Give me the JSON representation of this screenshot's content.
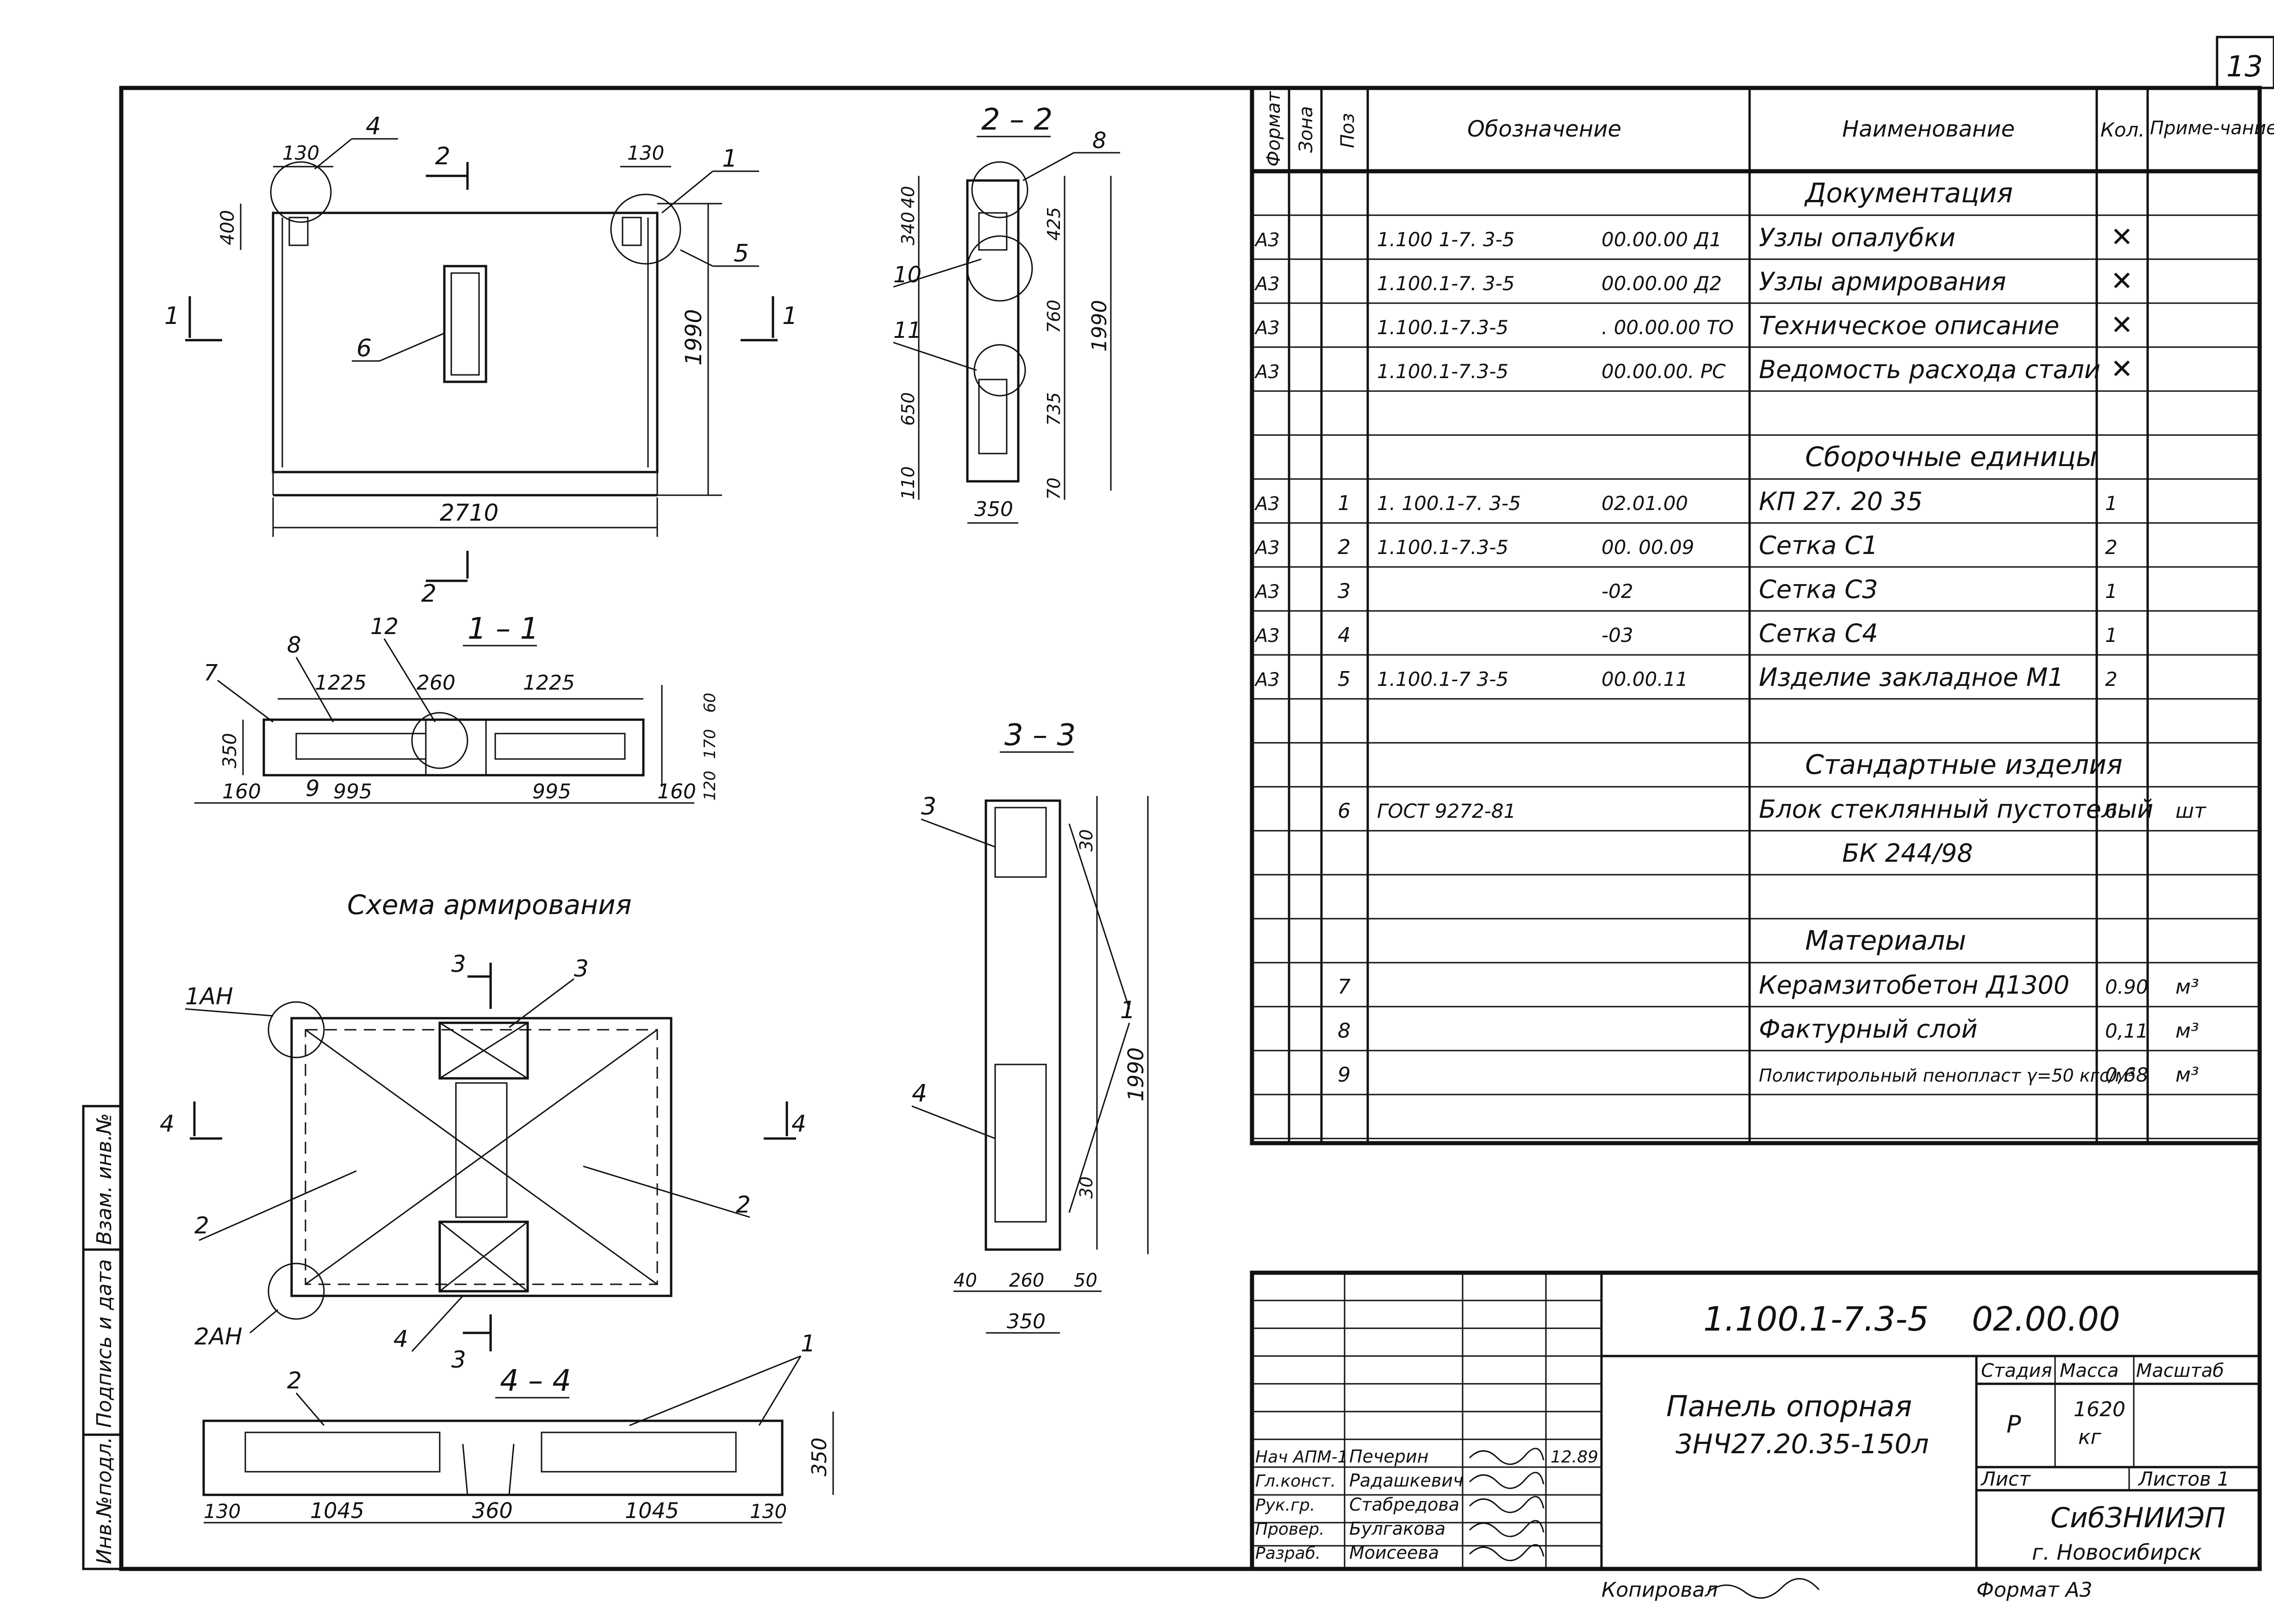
{
  "page_number": "13",
  "side_stamp": {
    "inv_podl": "Инв.№подл.",
    "podpis_data": "Подпись и дата",
    "vzam_inv": "Взам. инв.№"
  },
  "elevation": {
    "dims": {
      "width": "2710",
      "height": "1990",
      "top_left": "130",
      "top_right": "130",
      "left_vert": "400"
    },
    "section_mark": "2",
    "section_1": "1",
    "callouts": [
      "4",
      "1",
      "5",
      "6"
    ]
  },
  "section_1_1": {
    "title": "1 – 1",
    "dims": {
      "a": "1225",
      "b": "260",
      "c": "1225",
      "d": "160",
      "e": "995",
      "f": "995",
      "g": "160",
      "h": "350",
      "r1": "60",
      "r2": "170",
      "r3": "120"
    },
    "callouts": [
      "7",
      "8",
      "12",
      "9"
    ]
  },
  "section_2_2": {
    "title": "2 – 2",
    "dims": {
      "a": "340",
      "b": "40",
      "c": "425",
      "d": "760",
      "e": "650",
      "f": "735",
      "g": "110",
      "h": "70",
      "i": "350",
      "total": "1990"
    },
    "callouts": [
      "8",
      "10",
      "11"
    ]
  },
  "section_3_3": {
    "title": "3 – 3",
    "dims": {
      "a": "30",
      "b": "30",
      "total": "1990",
      "c": "40",
      "d": "260",
      "e": "50",
      "f": "350"
    },
    "callouts": [
      "3",
      "1",
      "4"
    ]
  },
  "reinforcement": {
    "title": "Схема армирования",
    "callouts": [
      "1АН",
      "2АН",
      "2",
      "2",
      "3",
      "4"
    ],
    "section_marks": [
      "3",
      "3",
      "4",
      "4"
    ]
  },
  "section_4_4": {
    "title": "4 – 4",
    "dims": {
      "a": "130",
      "b": "1045",
      "c": "360",
      "d": "1045",
      "e": "130",
      "h": "350"
    },
    "callouts": [
      "2",
      "1"
    ]
  },
  "spec_table": {
    "headers": {
      "format": "Формат",
      "zone": "Зона",
      "pos": "Поз",
      "designation": "Обозначение",
      "name": "Наименование",
      "qty": "Кол.",
      "note": "Приме-чание"
    },
    "rows": [
      {
        "format": "",
        "pos": "",
        "des1": "",
        "des2": "",
        "name": "Документация",
        "qty": "",
        "note": "",
        "heading": true
      },
      {
        "format": "А3",
        "pos": "",
        "des1": "1.100 1-7. 3-5",
        "des2": "00.00.00 Д1",
        "name": "Узлы опалубки",
        "qty": "✕",
        "note": ""
      },
      {
        "format": "А3",
        "pos": "",
        "des1": "1.100.1-7. 3-5",
        "des2": "00.00.00 Д2",
        "name": "Узлы армирования",
        "qty": "✕",
        "note": ""
      },
      {
        "format": "А3",
        "pos": "",
        "des1": "1.100.1-7.3-5",
        "des2": ". 00.00.00 ТО",
        "name": "Техническое описание",
        "qty": "✕",
        "note": ""
      },
      {
        "format": "А3",
        "pos": "",
        "des1": "1.100.1-7.3-5",
        "des2": "00.00.00. РС",
        "name": "Ведомость расхода стали",
        "qty": "✕",
        "note": ""
      },
      {
        "format": "",
        "pos": "",
        "des1": "",
        "des2": "",
        "name": "",
        "qty": "",
        "note": ""
      },
      {
        "format": "",
        "pos": "",
        "des1": "",
        "des2": "",
        "name": "Сборочные единицы",
        "qty": "",
        "note": "",
        "heading": true
      },
      {
        "format": "А3",
        "pos": "1",
        "des1": "1. 100.1-7. 3-5",
        "des2": "02.01.00",
        "name": "КП 27. 20 35",
        "qty": "1",
        "note": ""
      },
      {
        "format": "А3",
        "pos": "2",
        "des1": "1.100.1-7.3-5",
        "des2": "00. 00.09",
        "name": "Сетка С1",
        "qty": "2",
        "note": ""
      },
      {
        "format": "А3",
        "pos": "3",
        "des1": "",
        "des2": "-02",
        "name": "Сетка С3",
        "qty": "1",
        "note": ""
      },
      {
        "format": "А3",
        "pos": "4",
        "des1": "",
        "des2": "-03",
        "name": "Сетка С4",
        "qty": "1",
        "note": ""
      },
      {
        "format": "А3",
        "pos": "5",
        "des1": "1.100.1-7 3-5",
        "des2": "00.00.11",
        "name": "Изделие закладное М1",
        "qty": "2",
        "note": ""
      },
      {
        "format": "",
        "pos": "",
        "des1": "",
        "des2": "",
        "name": "",
        "qty": "",
        "note": ""
      },
      {
        "format": "",
        "pos": "",
        "des1": "",
        "des2": "",
        "name": "Стандартные изделия",
        "qty": "",
        "note": "",
        "heading": true
      },
      {
        "format": "",
        "pos": "6",
        "des1": "ГОСТ 9272-81",
        "des2": "",
        "name": "Блок стеклянный пустотелый",
        "qty": "6",
        "note": "шт"
      },
      {
        "format": "",
        "pos": "",
        "des1": "",
        "des2": "",
        "name": "БК 244/98",
        "qty": "",
        "note": ""
      },
      {
        "format": "",
        "pos": "",
        "des1": "",
        "des2": "",
        "name": "",
        "qty": "",
        "note": ""
      },
      {
        "format": "",
        "pos": "",
        "des1": "",
        "des2": "",
        "name": "Материалы",
        "qty": "",
        "note": "",
        "heading": true
      },
      {
        "format": "",
        "pos": "7",
        "des1": "",
        "des2": "",
        "name": "Керамзитобетон Д1300",
        "qty": "0.90",
        "note": "м³"
      },
      {
        "format": "",
        "pos": "8",
        "des1": "",
        "des2": "",
        "name": "Фактурный слой",
        "qty": "0,11",
        "note": "м³"
      },
      {
        "format": "",
        "pos": "9",
        "des1": "",
        "des2": "",
        "name": "Полистирольный пенопласт γ=50 кгс/м³",
        "qty": "0,68",
        "note": "м³"
      },
      {
        "format": "",
        "pos": "",
        "des1": "",
        "des2": "",
        "name": "",
        "qty": "",
        "note": ""
      }
    ]
  },
  "title_block": {
    "doc_code": "1.100.1-7.3-5",
    "doc_num": "02.00.00",
    "name_line1": "Панель опорная",
    "name_line2": "3НЧ27.20.35-150л",
    "stage_label": "Стадия",
    "mass_label": "Масса",
    "scale_label": "Масштаб",
    "stage": "Р",
    "mass": "1620",
    "mass_unit": "кг",
    "sheet_label": "Лист",
    "sheets_label": "Листов 1",
    "org1": "СибЗНИИЭП",
    "org2": "г. Новосибирск",
    "date": "12.89",
    "signers": [
      {
        "role": "Нач АПМ-1",
        "name": "Печерин"
      },
      {
        "role": "Гл.конст.",
        "name": "Радашкевич"
      },
      {
        "role": "Рук.гр.",
        "name": "Стабредова"
      },
      {
        "role": "Провер.",
        "name": "Булгакова"
      },
      {
        "role": "Разраб.",
        "name": "Моисеева"
      }
    ]
  },
  "footer": {
    "copied": "Копировал",
    "format": "Формат А3"
  }
}
